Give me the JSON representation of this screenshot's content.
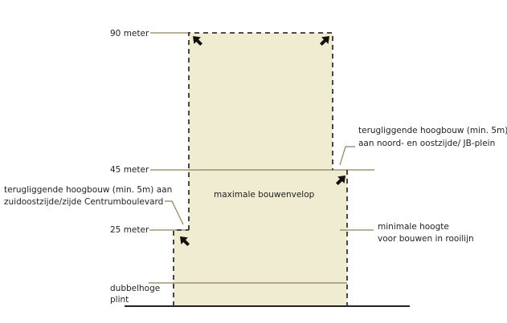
{
  "levels": {
    "h90": "90  meter",
    "h45": "45 meter",
    "h25": "25 meter",
    "plinth": [
      "dubbelhoge",
      "plint"
    ]
  },
  "labels": {
    "envelope": "maximale bouwenvelop",
    "setback_north": [
      "terugliggende hoogbouw (min. 5m)",
      "aan noord- en oostzijde/ JB-plein"
    ],
    "setback_south": [
      "terugliggende hoogbouw (min. 5m) aan",
      "zuidoostzijde/zijde Centrumboulevard"
    ],
    "min_height": [
      "minimale hoogte",
      "voor bouwen in rooilijn"
    ]
  },
  "colors": {
    "fill": "#efecd2",
    "line": "#8a8060",
    "dash": "#333333"
  }
}
